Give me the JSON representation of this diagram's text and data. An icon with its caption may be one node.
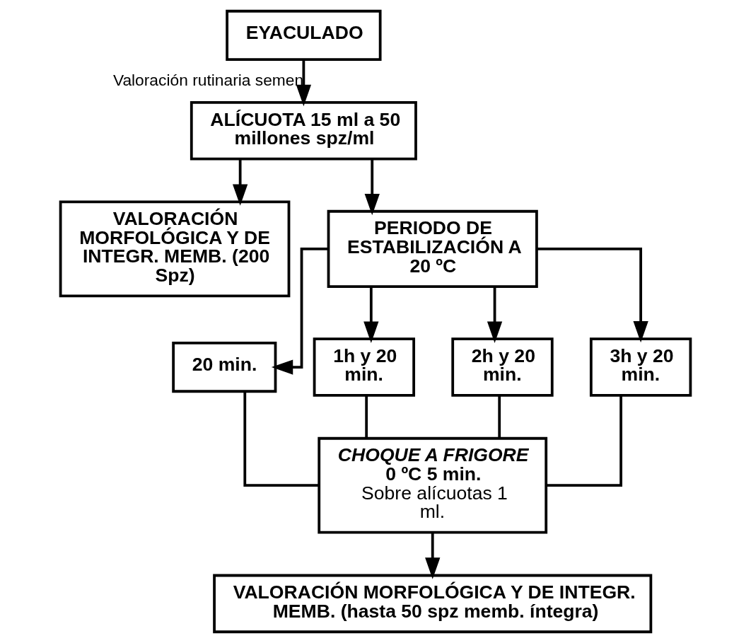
{
  "diagram": {
    "nodes": [
      {
        "text": [
          "EYACULADO"
        ]
      },
      {
        "text": [
          "ALÍCUOTA 15 ml a 50 millones spz/ml"
        ]
      },
      {
        "text": [
          "VALORACIÓN MORFOLÓGICA Y DE INTEGR. MEMB. (200 Spz)"
        ]
      },
      {
        "text": [
          "PERIODO DE ESTABILIZACIÓN A 20 ºC"
        ]
      },
      {
        "text": [
          "20 min."
        ]
      },
      {
        "text": [
          "1h y 20 min."
        ]
      },
      {
        "text": [
          "2h y 20 min."
        ]
      },
      {
        "text": [
          "3h y 20 min."
        ]
      },
      {
        "text": [
          "*CHOQUE A FRIGORE* 0 ºC 5 min.",
          "Sobre alícuotas 1 ml."
        ]
      },
      {
        "text": [
          "VALORACIÓN MORFOLÓGICA Y DE INTEGR. MEMB. (hasta 50 spz memb. íntegra)"
        ]
      }
    ],
    "edges": [
      {
        "from": 0,
        "to": 1,
        "arrow": "to",
        "label": "Valoración rutinaria semen"
      },
      {
        "from": 1,
        "to": 2,
        "arrow": "to"
      },
      {
        "from": 1,
        "to": 3,
        "arrow": "to"
      },
      {
        "from": 3,
        "to": 4,
        "arrow": "to"
      },
      {
        "from": 3,
        "to": 5,
        "arrow": "to"
      },
      {
        "from": 3,
        "to": 6,
        "arrow": "to"
      },
      {
        "from": 3,
        "to": 7,
        "arrow": "to"
      },
      {
        "from": 4,
        "to": 8,
        "arrow": "none"
      },
      {
        "from": 5,
        "to": 8,
        "arrow": "none"
      },
      {
        "from": 6,
        "to": 8,
        "arrow": "none"
      },
      {
        "from": 7,
        "to": 8,
        "arrow": "none"
      },
      {
        "from": 8,
        "to": 9,
        "arrow": "to"
      }
    ]
  }
}
